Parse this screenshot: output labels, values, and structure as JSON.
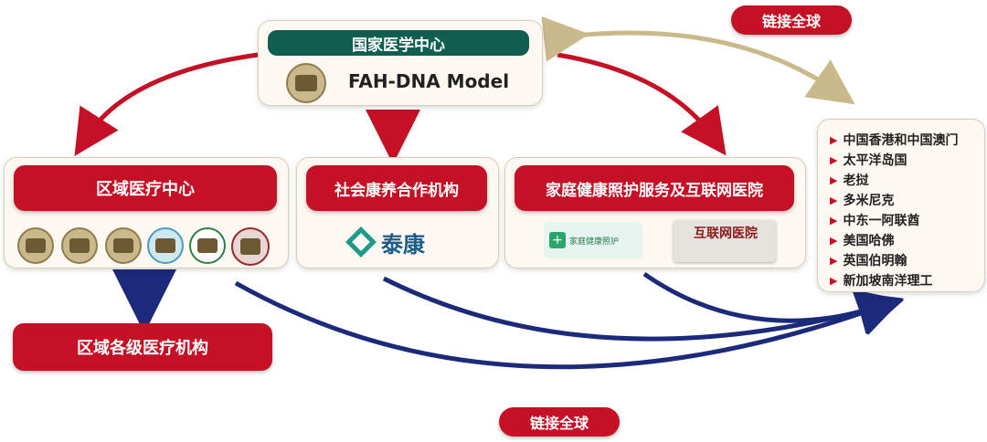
{
  "top": {
    "title": "国家医学中心",
    "model": "FAH-DNA Model"
  },
  "global_label": "链接全球",
  "regional": {
    "title": "区域医疗中心"
  },
  "social": {
    "title": "社会康养合作机构",
    "brand": "泰康"
  },
  "home": {
    "title": "家庭健康照护服务及互联网医院",
    "app1": "家庭健康照护",
    "app2": "互联网医院"
  },
  "lower": {
    "title": "区域各级医疗机构"
  },
  "global_list": [
    "中国香港和中国澳门",
    "太平洋岛国",
    "老挝",
    "多米尼克",
    "中东一阿联酋",
    "美国哈佛",
    "英国伯明翰",
    "新加坡南洋理工"
  ],
  "colors": {
    "red": "#c41125",
    "navy": "#1b2a7a",
    "gold": "#c9b98b",
    "green": "#0f5e4f"
  }
}
